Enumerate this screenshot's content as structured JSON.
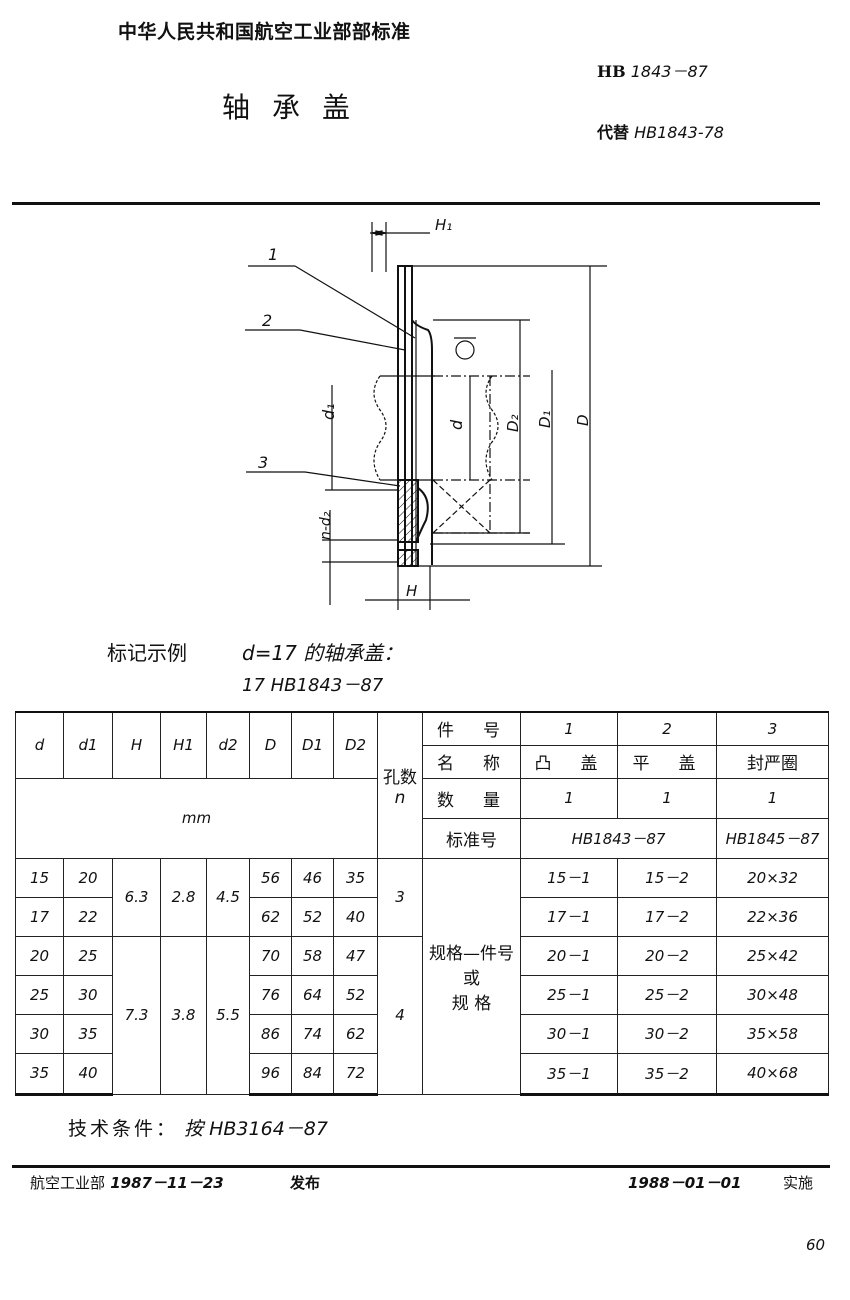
{
  "header": {
    "organization": "中华人民共和国航空工业部部标准",
    "standard_prefix": "HB",
    "standard_number": "1843－87",
    "title": "轴承盖",
    "replaces_label": "代替",
    "replaces_number": "HB1843-78"
  },
  "drawing": {
    "part_callouts": [
      "1",
      "2",
      "3"
    ],
    "dimension_labels": [
      "H1",
      "H",
      "d",
      "d1",
      "D",
      "D1",
      "D2",
      "n-d2"
    ],
    "section_mark": "◯"
  },
  "marking_example": {
    "label": "标记示例",
    "description": "d=17 的轴承盖：",
    "code": "17  HB1843－87"
  },
  "table": {
    "dimension_headers": [
      "d",
      "d1",
      "H",
      "H1",
      "d2",
      "D",
      "D1",
      "D2"
    ],
    "unit": "mm",
    "holes_header": "孔数",
    "holes_symbol": "n",
    "part_info_rows": [
      {
        "label": "件　号",
        "values": [
          "1",
          "2",
          "3"
        ]
      },
      {
        "label": "名　称",
        "values": [
          "凸　盖",
          "平　盖",
          "封严圈"
        ]
      },
      {
        "label": "数　量",
        "values": [
          "1",
          "1",
          "1"
        ]
      },
      {
        "label": "标准号",
        "values": [
          "HB1843－87",
          "HB1845－87"
        ]
      }
    ],
    "spec_column_label": [
      "规格—件号",
      "或",
      "规 格"
    ],
    "groups": [
      {
        "H": "6.3",
        "H1": "2.8",
        "d2": "4.5",
        "n": "3",
        "rows": [
          {
            "d": "15",
            "d1": "20",
            "D": "56",
            "D1": "46",
            "D2": "35",
            "p1": "15－1",
            "p2": "15－2",
            "p3": "20×32"
          },
          {
            "d": "17",
            "d1": "22",
            "D": "62",
            "D1": "52",
            "D2": "40",
            "p1": "17－1",
            "p2": "17－2",
            "p3": "22×36"
          }
        ]
      },
      {
        "H": "7.3",
        "H1": "3.8",
        "d2": "5.5",
        "n": "4",
        "rows": [
          {
            "d": "20",
            "d1": "25",
            "D": "70",
            "D1": "58",
            "D2": "47",
            "p1": "20－1",
            "p2": "20－2",
            "p3": "25×42"
          },
          {
            "d": "25",
            "d1": "30",
            "D": "76",
            "D1": "64",
            "D2": "52",
            "p1": "25－1",
            "p2": "25－2",
            "p3": "30×48"
          },
          {
            "d": "30",
            "d1": "35",
            "D": "86",
            "D1": "74",
            "D2": "62",
            "p1": "30－1",
            "p2": "30－2",
            "p3": "35×58"
          },
          {
            "d": "35",
            "d1": "40",
            "D": "96",
            "D1": "84",
            "D2": "72",
            "p1": "35－1",
            "p2": "35－2",
            "p3": "40×68"
          }
        ]
      }
    ]
  },
  "technical_conditions": {
    "label": "技术条件：",
    "value": "按 HB3164－87"
  },
  "footer": {
    "issuer": "航空工业部",
    "issue_date": "1987－11－23",
    "issue_word": "发布",
    "implement_date": "1988－01－01",
    "implement_word": "实施",
    "page_number": "60"
  }
}
